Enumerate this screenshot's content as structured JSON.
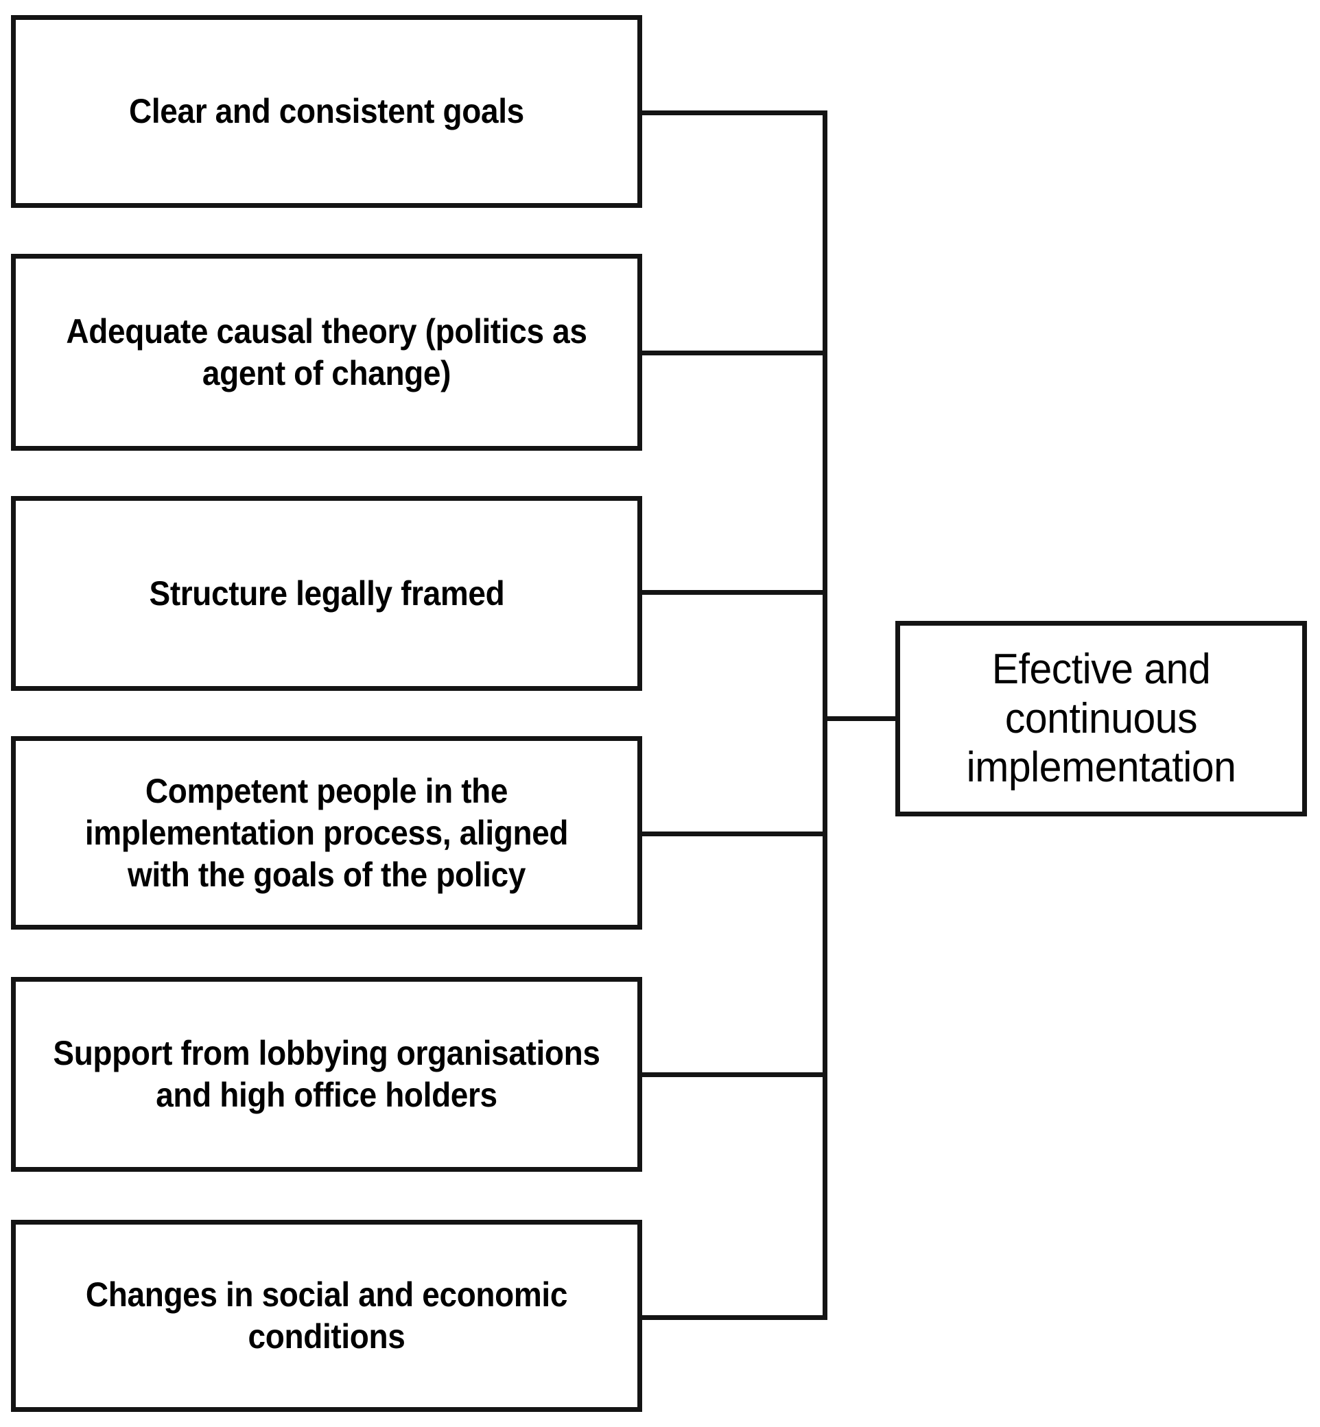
{
  "diagram": {
    "type": "flowchart",
    "orientation": "left-to-right convergent tree",
    "conditions": [
      {
        "id": "clear-and-consistent-goals",
        "label": "Clear and consistent goals"
      },
      {
        "id": "adequate-causal-theory",
        "label": "Adequate causal theory (politics as agent of change)"
      },
      {
        "id": "structure-legally-framed",
        "label": "Structure legally framed"
      },
      {
        "id": "competent-people",
        "label": "Competent people in the implementation process, aligned with the goals of the policy"
      },
      {
        "id": "support-from-lobbying",
        "label": "Support from lobbying organisations and high office holders"
      },
      {
        "id": "changes-in-conditions",
        "label": "Changes in social and economic conditions"
      }
    ],
    "outcome": {
      "id": "effective-and-continuous-implementation",
      "label": "Efective and continuous implementation"
    },
    "colors": {
      "stroke": "#141414",
      "fill": "#ffffff",
      "text": "#000000"
    }
  }
}
